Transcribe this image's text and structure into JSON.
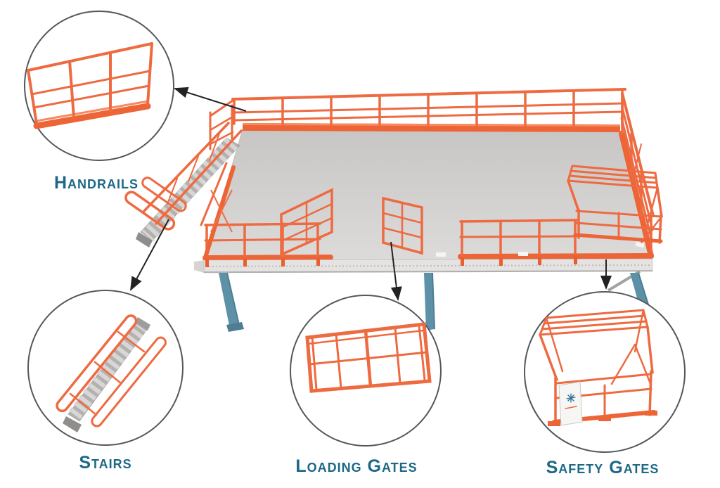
{
  "diagram": {
    "title": "Mezzanine safety components diagram",
    "subject": "Industrial mezzanine platform shown in 3D with four magnified callout bubbles",
    "callouts": [
      {
        "id": "handrails",
        "label": "Handrails"
      },
      {
        "id": "stairs",
        "label": "Stairs"
      },
      {
        "id": "loading-gates",
        "label": "Loading Gates"
      },
      {
        "id": "safety-gates",
        "label": "Safety Gates"
      }
    ],
    "colors": {
      "accent_orange": "#ee6a41",
      "kick_plate_orange": "#ed6436",
      "label_teal": "#1c6886",
      "steel_blue_legs": "#5d91a8",
      "deck_gray": "#cfcecc",
      "bubble_outline_gray": "#53585c",
      "arrow_black": "#222222",
      "background": "#ffffff"
    }
  }
}
